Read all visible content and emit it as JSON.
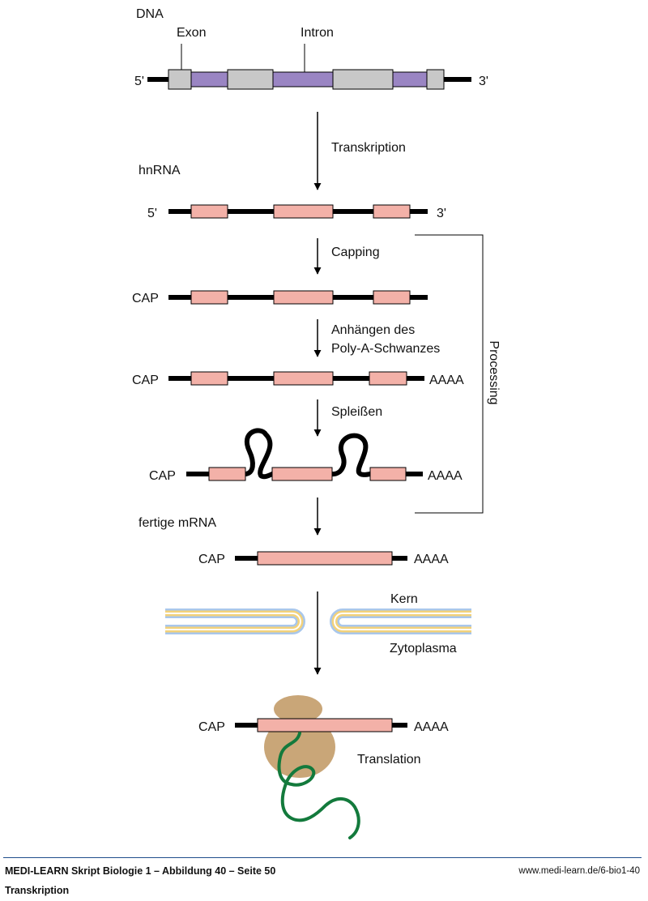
{
  "colors": {
    "line": "#000000",
    "dna_exon": "#c8c8c8",
    "dna_intron": "#9a85c3",
    "rna_exon": "#f3b1a8",
    "membrane_outer": "#a9c7ec",
    "membrane_inner": "#f3d27a",
    "ribosome": "#c9a678",
    "peptide": "#137a3c",
    "footer_rule": "#1f4e8c"
  },
  "labels": {
    "dna": "DNA",
    "exon": "Exon",
    "intron": "Intron",
    "five_prime": "5'",
    "three_prime": "3'",
    "hnrna": "hnRNA",
    "transkription": "Transkription",
    "capping": "Capping",
    "anhaengen_line1": "Anhängen des",
    "anhaengen_line2": "Poly-A-Schwanzes",
    "spleissen": "Spleißen",
    "fertige_mrna": "fertige mRNA",
    "cap": "CAP",
    "poly_a": "AAAA",
    "processing": "Processing",
    "kern": "Kern",
    "zytoplasma": "Zytoplasma",
    "translation": "Translation"
  },
  "footer": {
    "source": "MEDI-LEARN Skript Biologie 1 – Abbildung 40 – Seite 50",
    "title": "Transkription",
    "url": "www.medi-learn.de/6-bio1-40"
  }
}
